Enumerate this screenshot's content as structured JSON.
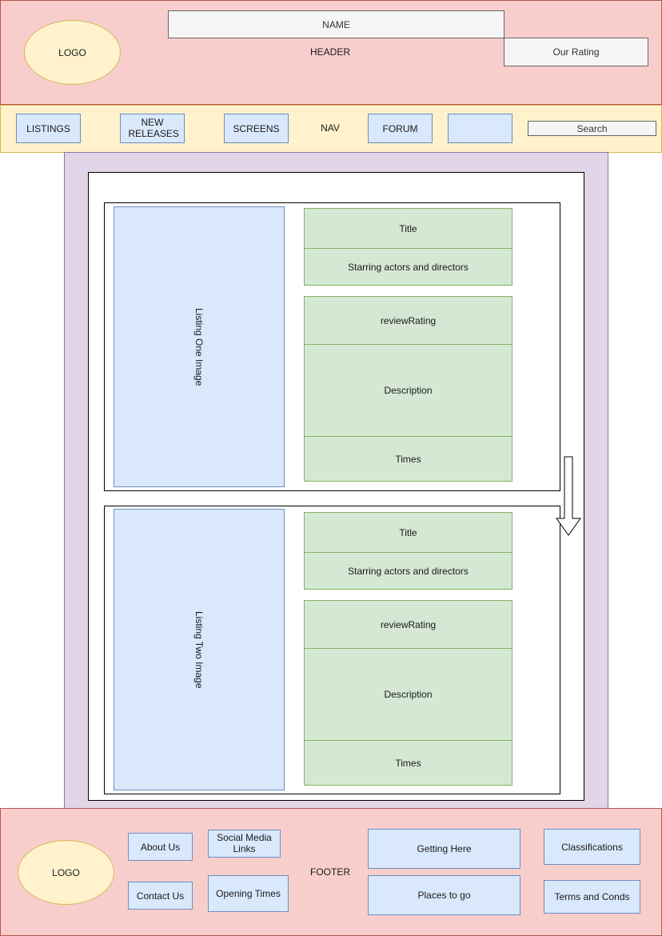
{
  "header": {
    "logo": "LOGO",
    "name": "NAME",
    "label": "HEADER",
    "rating": "Our Rating"
  },
  "nav": {
    "listings": "LISTINGS",
    "new_releases": "NEW RELEASES",
    "screens": "SCREENS",
    "label": "NAV",
    "forum": "FORUM",
    "search": "Search"
  },
  "listings": [
    {
      "image": "Listing One Image",
      "title": "Title",
      "starring": "Starring actors and directors",
      "review": "reviewRating",
      "description": "Description",
      "times": "Times"
    },
    {
      "image": "Listing Two Image",
      "title": "Title",
      "starring": "Starring actors and directors",
      "review": "reviewRating",
      "description": "Description",
      "times": "Times"
    }
  ],
  "footer": {
    "logo": "LOGO",
    "label": "FOOTER",
    "about": "About Us",
    "social": "Social Media Links",
    "contact": "Contact Us",
    "opening": "Opening Times",
    "getting_here": "Getting Here",
    "places": "Places to go",
    "classifications": "Classifications",
    "terms": "Terms and Conds"
  },
  "colors": {
    "header_fill": "#f8cecc",
    "nav_fill": "#fff2cc",
    "content_fill": "#e1d5e7",
    "block_blue": "#dae8fc",
    "block_green": "#d5e8d4"
  }
}
